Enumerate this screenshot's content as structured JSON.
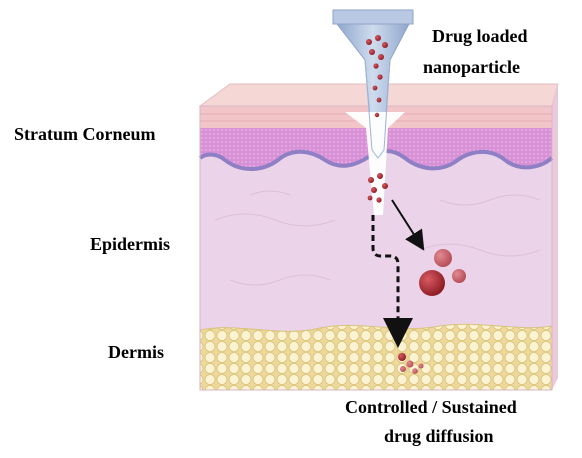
{
  "labels": {
    "drug_line1": "Drug loaded",
    "drug_line2": "nanoparticle",
    "stratum_corneum": "Stratum Corneum",
    "epidermis": "Epidermis",
    "dermis": "Dermis",
    "release_line1": "Controlled / Sustained",
    "release_line2": "drug diffusion"
  },
  "colors": {
    "stratum_top": "#f3c9cc",
    "stratum_band": "#d98fd6",
    "epidermis": "#ebd3ea",
    "dermis": "#f4e7b5",
    "fat_cell": "#fbf4d4",
    "needle": "#a9bedc",
    "particle": "#a5242d",
    "particle_light": "#c55a63",
    "arrow": "#111111"
  },
  "icons": {
    "needle": "microneedle-icon",
    "particles": "nanoparticle-icon"
  }
}
